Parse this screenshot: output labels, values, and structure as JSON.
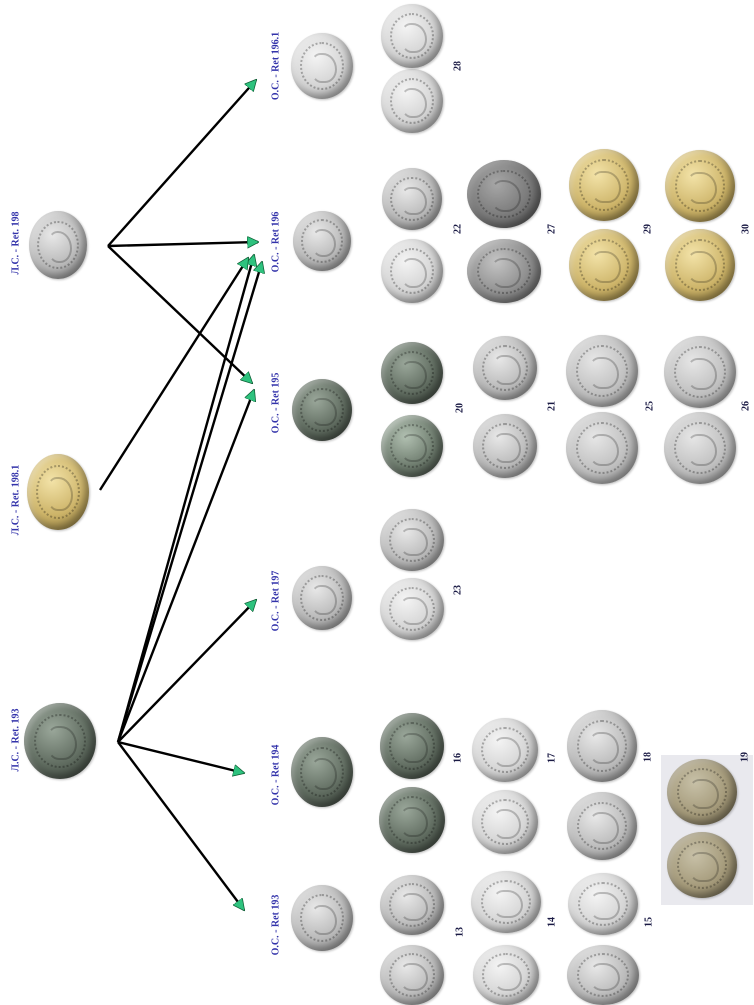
{
  "dies": {
    "l193": "Л.С. - Ret. 193",
    "l1981": "Л.С. - Ret. 198.1",
    "l198": "Л.С. - Ret. 198",
    "o193": "О.С. - Ret 193",
    "o194": "О.С. - Ret 194",
    "o197": "О.С. - Ret 197",
    "o195": "О.С. - Ret 195",
    "o196": "О.С. - Ret 196",
    "o1961": "О.С. - Ret 196.1"
  },
  "numbers": {
    "n13": "13",
    "n14": "14",
    "n15": "15",
    "n16": "16",
    "n17": "17",
    "n18": "18",
    "n19": "19",
    "n20": "20",
    "n21": "21",
    "n22": "22",
    "n23": "23",
    "n25": "25",
    "n26": "26",
    "n27": "27",
    "n28": "28",
    "n29": "29",
    "n30": "30"
  },
  "colors": {
    "label_blue": "#3333aa",
    "arrow_line": "#000000",
    "arrow_head": "#2ec27e"
  }
}
